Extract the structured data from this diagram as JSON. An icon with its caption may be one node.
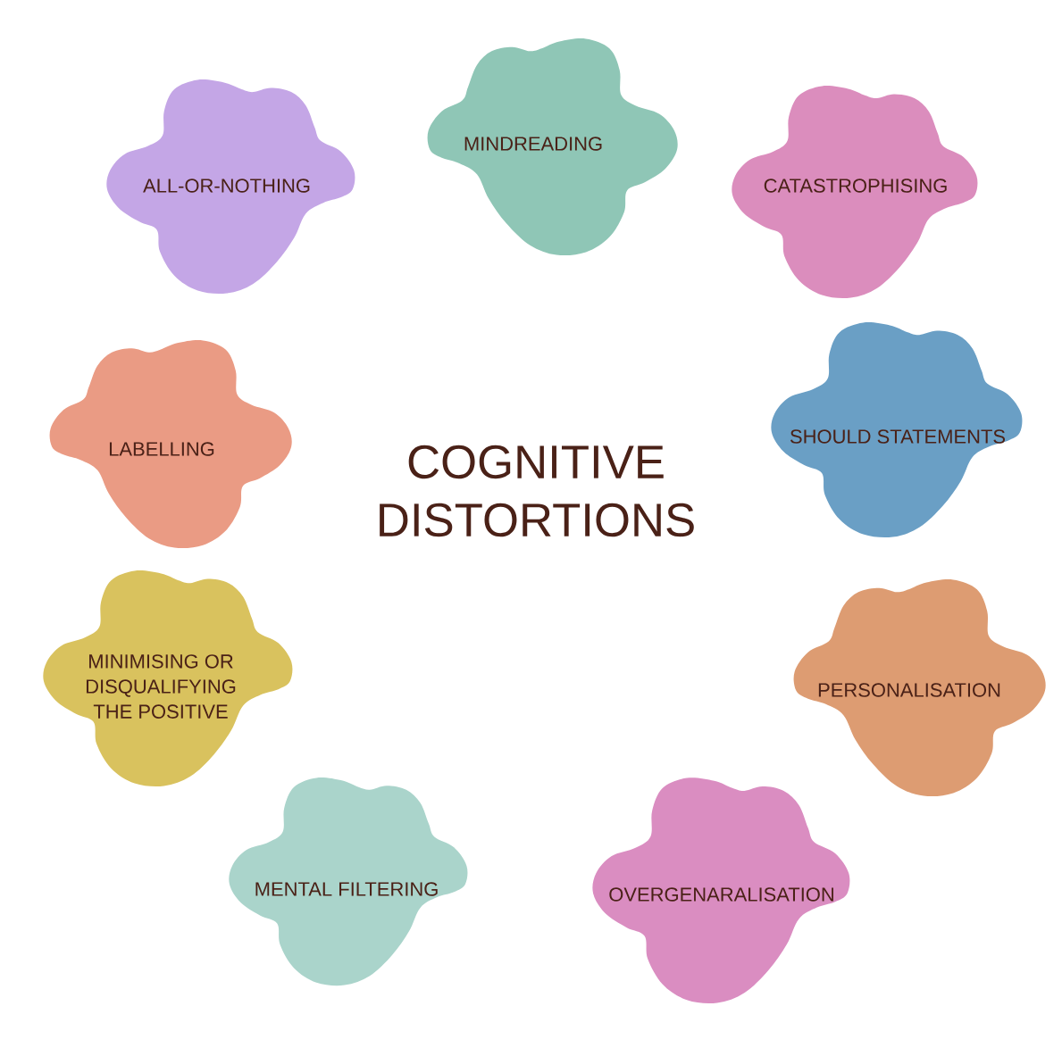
{
  "diagram": {
    "title": "COGNITIVE DISTORTIONS",
    "nodes": [
      {
        "text": [
          "ALL-OR-NOTHING"
        ]
      },
      {
        "text": [
          "MINDREADING"
        ]
      },
      {
        "text": [
          "CATASTROPHISING"
        ]
      },
      {
        "text": [
          "LABELLING"
        ]
      },
      {
        "text": [
          "SHOULD STATEMENTS"
        ]
      },
      {
        "text": [
          "MINIMISING OR DISQUALIFYING THE POSITIVE"
        ]
      },
      {
        "text": [
          "PERSONALISATION"
        ]
      },
      {
        "text": [
          "MENTAL FILTERING"
        ]
      },
      {
        "text": [
          "OVERGENARALISATION"
        ]
      }
    ]
  }
}
